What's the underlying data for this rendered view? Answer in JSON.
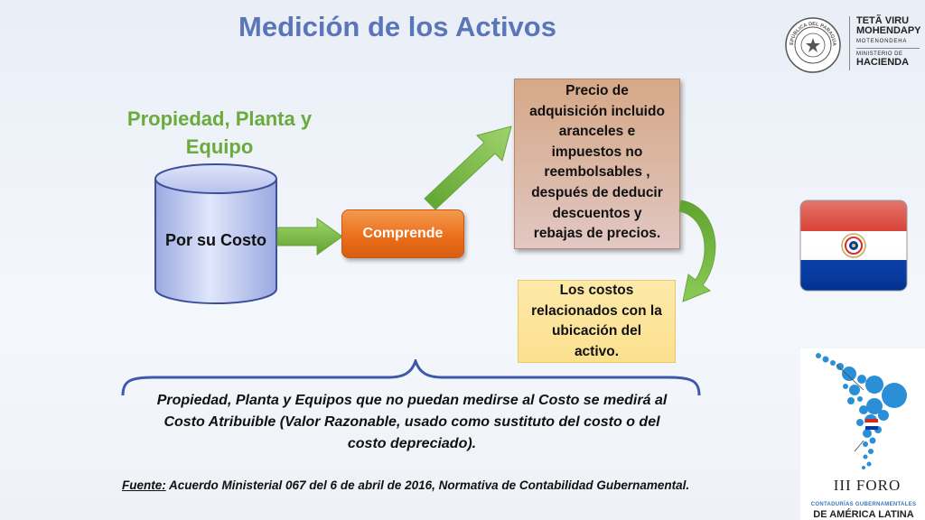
{
  "title": "Medición de los Activos",
  "subtitle": "Propiedad, Planta y Equipo",
  "cylinder_label": "Por su Costo",
  "comprende_label": "Comprende",
  "precio_lines": [
    "Precio de",
    "adquisición incluido",
    "aranceles e",
    "impuestos no",
    "reembolsables ,",
    "después de deducir",
    "descuentos y",
    "rebajas de precios."
  ],
  "costos_lines": [
    "Los costos",
    "relacionados con la",
    "ubicación del",
    "activo."
  ],
  "note_lines": [
    "Propiedad, Planta y Equipos que no puedan medirse al Costo se medirá al",
    "Costo Atribuible (Valor Razonable, usado como sustituto del costo o del",
    "costo depreciado)."
  ],
  "fuente_label": "Fuente:",
  "fuente_text": " Acuerdo Ministerial 067 del 6 de abril de 2016, Normativa de Contabilidad Gubernamental.",
  "seal_text": "REPÚBLICA DEL PARAGUAY",
  "ministry": {
    "line1": "TETÃ VIRU",
    "line2": "MOHENDAPY",
    "line3": "MOTENONDEHA",
    "line4": "MINISTERIO DE",
    "line5": "HACIENDA"
  },
  "foro": {
    "title": "III FORO",
    "sub1": "CONTADURÍAS GUBERNAMENTALES",
    "sub2": "DE AMÉRICA LATINA"
  },
  "colors": {
    "title": "#5b76b8",
    "subtitle": "#6aab3c",
    "arrow": "#7cc04a",
    "comprende": "#e96c19",
    "precio": "#d6a887",
    "costos": "#fbe08e",
    "flag_red": "#d52b1e",
    "flag_blue": "#0038a8"
  }
}
